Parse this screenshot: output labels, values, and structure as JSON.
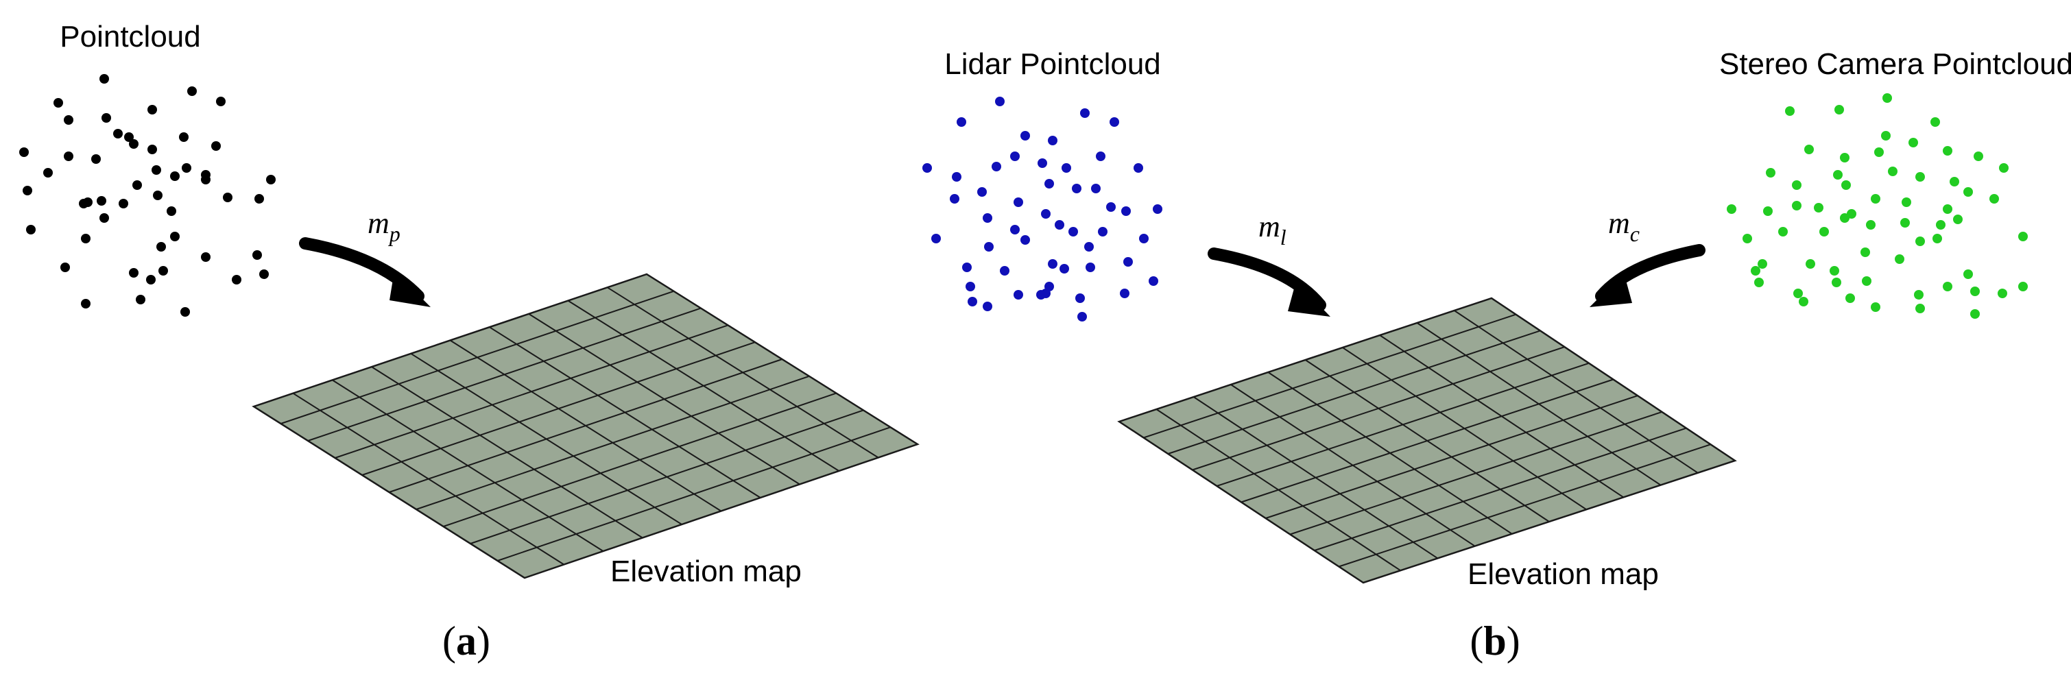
{
  "panel_a": {
    "title": "Pointcloud",
    "arrow_label": {
      "base": "m",
      "sub": "p"
    },
    "map_label": "Elevation map",
    "caption": {
      "open": "(",
      "letter": "a",
      "close": ")"
    }
  },
  "panel_b": {
    "lidar_title": "Lidar Pointcloud",
    "stereo_title": "Stereo Camera Pointcloud",
    "lidar_arrow_label": {
      "base": "m",
      "sub": "l"
    },
    "stereo_arrow_label": {
      "base": "m",
      "sub": "c"
    },
    "map_label": "Elevation map",
    "caption": {
      "open": "(",
      "letter": "b",
      "close": ")"
    }
  },
  "colors": {
    "pointcloud": "#000000",
    "lidar": "#1010b8",
    "stereo": "#22cc22",
    "grid_fill": "#9aa895",
    "grid_line": "#1a1a1a",
    "arrow": "#000000"
  }
}
